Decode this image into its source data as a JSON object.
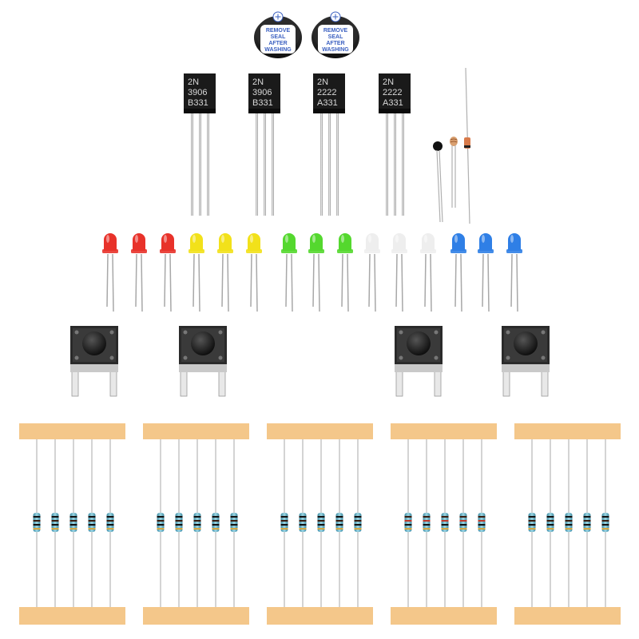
{
  "buzzers": [
    {
      "lines": [
        "REMOVE",
        "SEAL",
        "AFTER",
        "WASHING"
      ]
    },
    {
      "lines": [
        "REMOVE",
        "SEAL",
        "AFTER",
        "WASHING"
      ]
    }
  ],
  "transistors": [
    {
      "lines": [
        "2N",
        "3906",
        "B331"
      ]
    },
    {
      "lines": [
        "2N",
        "3906",
        "B331"
      ]
    },
    {
      "lines": [
        "2N",
        "2222",
        "A331"
      ]
    },
    {
      "lines": [
        "2N",
        "2222",
        "A331"
      ]
    }
  ],
  "led_colors": {
    "red": "#e8322a",
    "yellow": "#f2e11a",
    "green": "#54d82e",
    "white": "#eeeeee",
    "blue": "#2f7fe6"
  },
  "led_sequence": [
    "red",
    "red",
    "red",
    "yellow",
    "yellow",
    "yellow",
    "green",
    "green",
    "green",
    "white",
    "white",
    "white",
    "blue",
    "blue",
    "blue"
  ],
  "tape_color": "#f4c78a",
  "resistor_groups": [
    {
      "resistors": 5
    },
    {
      "resistors": 5
    },
    {
      "resistors": 5
    },
    {
      "resistors": 5
    },
    {
      "resistors": 5
    }
  ]
}
